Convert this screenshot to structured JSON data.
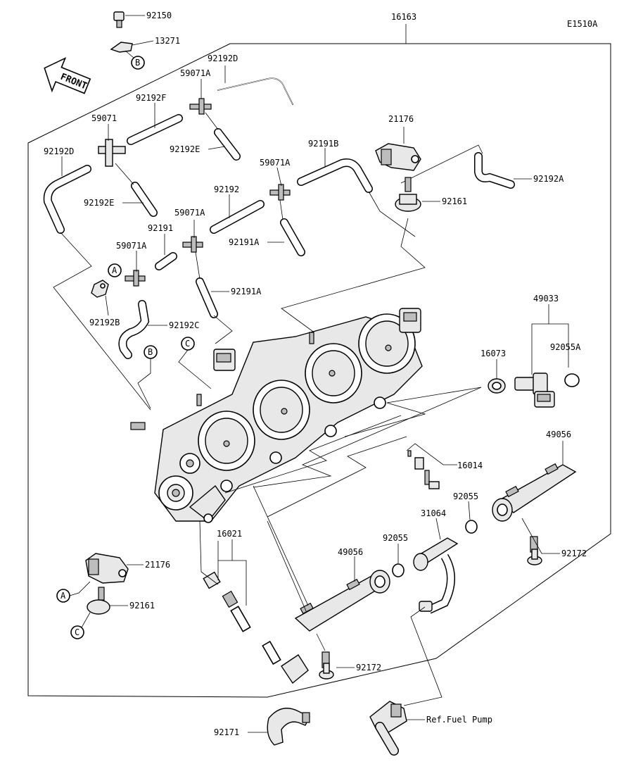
{
  "diagram_code": "E1510A",
  "front_label": "FRONT",
  "callouts": {
    "c92150": "92150",
    "c13271": "13271",
    "c16163": "16163",
    "c92192D_a": "92192D",
    "c59071A_a": "59071A",
    "c92192F": "92192F",
    "c59071": "59071",
    "c92192E_a": "92192E",
    "c92192D_b": "92192D",
    "c92192E_b": "92192E",
    "c21176_a": "21176",
    "c92191B": "92191B",
    "c59071A_b": "59071A",
    "c92192A": "92192A",
    "c92192": "92192",
    "c92161_a": "92161",
    "c59071A_c": "59071A",
    "c92191": "92191",
    "c92191A_a": "92191A",
    "c59071A_d": "59071A",
    "c92191A_b": "92191A",
    "c92192B": "92192B",
    "c92192C": "92192C",
    "c49033": "49033",
    "c16073": "16073",
    "c92055A": "92055A",
    "c49056_a": "49056",
    "c16014": "16014",
    "c92055_a": "92055",
    "c31064": "31064",
    "c16021": "16021",
    "c92055_b": "92055",
    "c49056_b": "49056",
    "c92172_a": "92172",
    "c21176_b": "21176",
    "c92161_b": "92161",
    "c92172_b": "92172",
    "c92171": "92171",
    "ref_fuel_pump": "Ref.Fuel Pump"
  },
  "markers": {
    "b_top": "B",
    "a_mid": "A",
    "b_mid": "B",
    "c_mid": "C",
    "a_low": "A",
    "c_low": "C"
  }
}
